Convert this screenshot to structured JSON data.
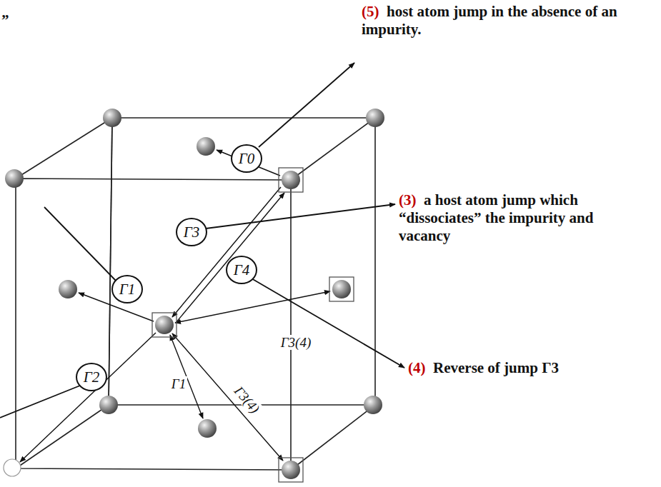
{
  "diagram": {
    "nodes": [
      {
        "text": [
          "Γ0"
        ]
      },
      {
        "text": [
          "Γ3"
        ]
      },
      {
        "text": [
          "Γ4"
        ]
      },
      {
        "text": [
          "Γ1"
        ]
      },
      {
        "text": [
          "Γ2"
        ]
      }
    ],
    "labels": [
      "”",
      "(5)",
      "host atom jump in the absence of an impurity.",
      "(3)",
      "a host atom jump which “dissociates” the impurity and vacancy",
      "(4)",
      "Reverse of jump Γ3",
      "Γ3(4)",
      "Γ1",
      "Γ3(4)"
    ]
  }
}
